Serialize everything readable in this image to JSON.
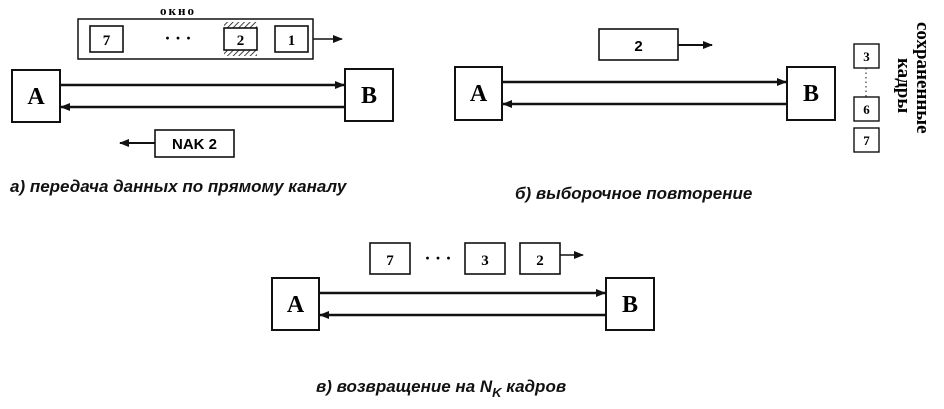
{
  "panel_a": {
    "window_label": "окно",
    "frames": [
      "7",
      "2",
      "1"
    ],
    "ellipsis": "· · ·",
    "node_a": "A",
    "node_b": "B",
    "nak_label": "NAK 2",
    "caption": "а) передача данных по прямому каналу"
  },
  "panel_b": {
    "frame_sent": "2",
    "node_a": "A",
    "node_b": "B",
    "saved_frames": [
      "3",
      "6",
      "7"
    ],
    "saved_label_line1": "сохраненные",
    "saved_label_line2": "кадры",
    "caption": "б) выборочное повторение"
  },
  "panel_c": {
    "frames": [
      "7",
      "3",
      "2"
    ],
    "ellipsis": "· · ·",
    "node_a": "A",
    "node_b": "B",
    "caption_prefix": "в) возвращение на N",
    "caption_sub": "K",
    "caption_suffix": " кадров"
  }
}
